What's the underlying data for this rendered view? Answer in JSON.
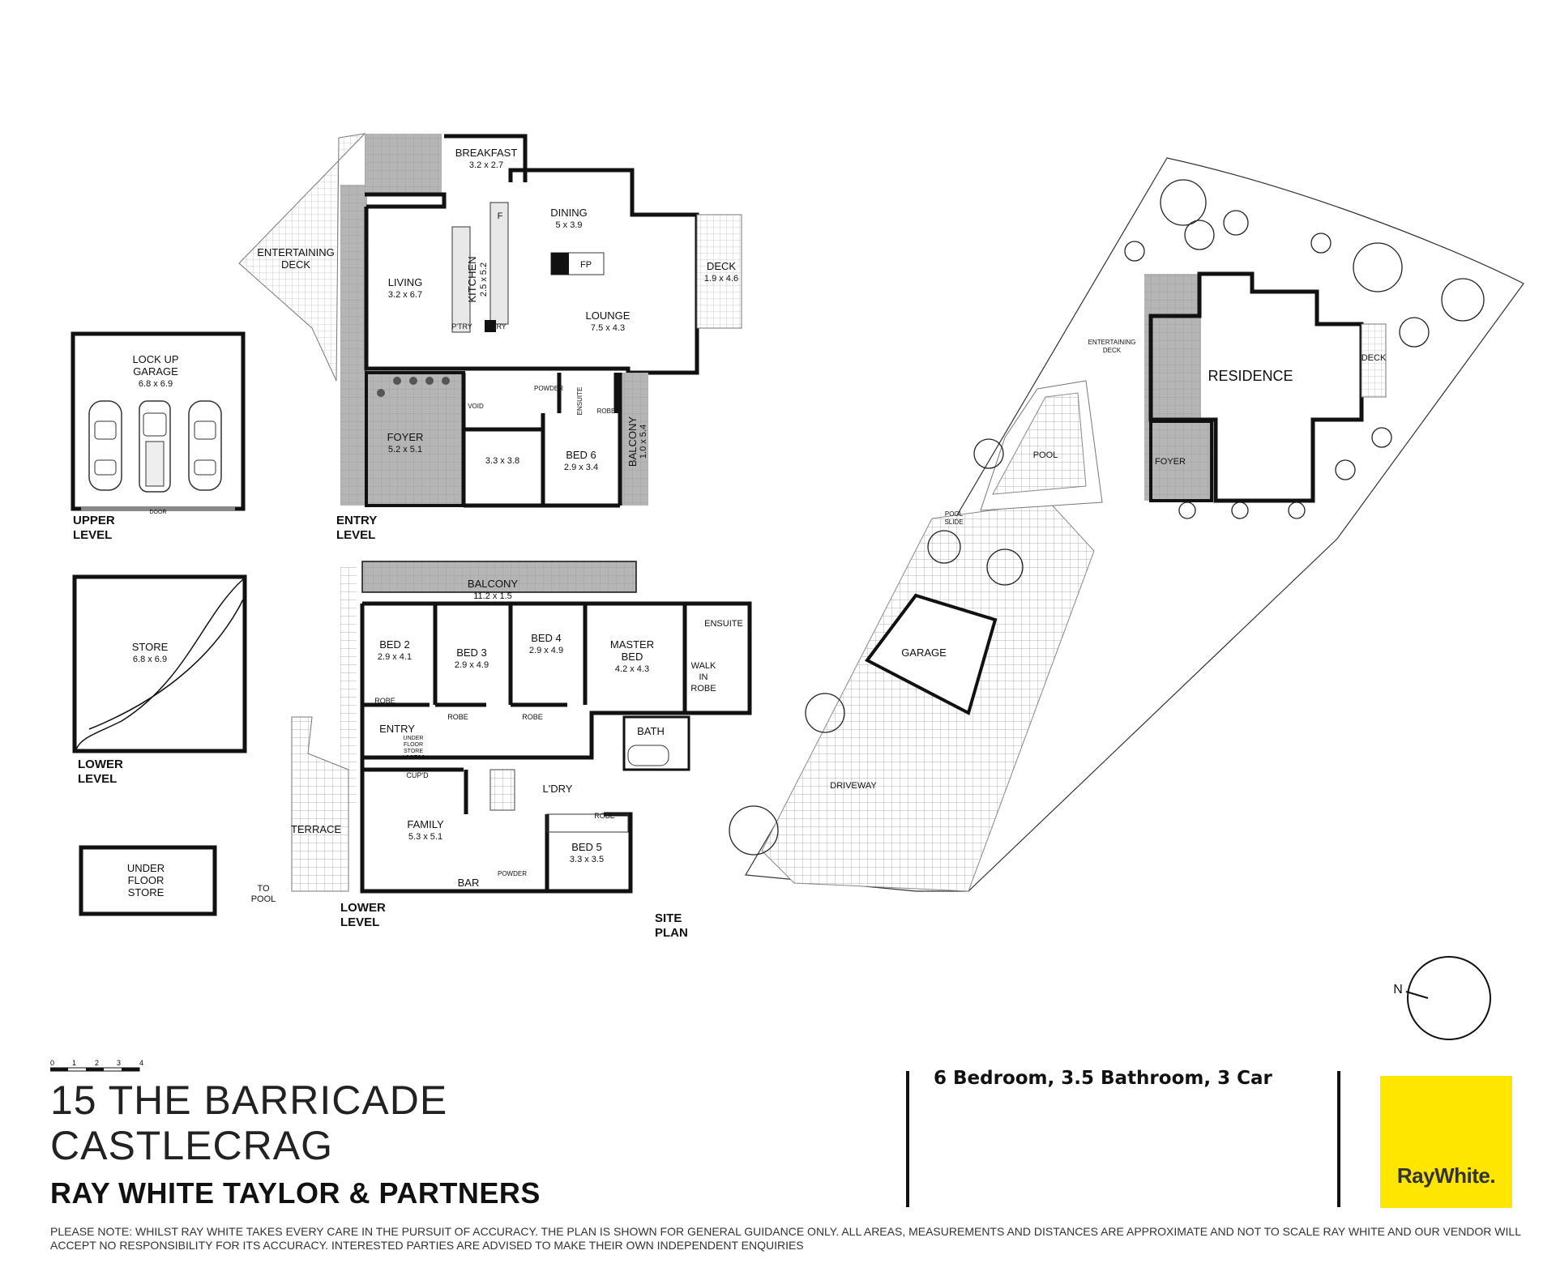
{
  "upper_level": {
    "label_line1": "UPPER",
    "label_line2": "LEVEL",
    "garage_name_line1": "LOCK UP",
    "garage_name_line2": "GARAGE",
    "garage_size": "6.8 x 6.9",
    "door_label": "DOOR"
  },
  "lower_level_store": {
    "label_line1": "LOWER",
    "label_line2": "LEVEL",
    "store_name": "STORE",
    "store_size": "6.8 x 6.9",
    "underfloor_line1": "UNDER",
    "underfloor_line2": "FLOOR",
    "underfloor_line3": "STORE"
  },
  "entry_level": {
    "label_line1": "ENTRY",
    "label_line2": "LEVEL",
    "rooms": {
      "breakfast": {
        "name": "BREAKFAST",
        "size": "3.2 x 2.7"
      },
      "dining": {
        "name": "DINING",
        "size": "5 x 3.9"
      },
      "entertaining_deck_line1": "ENTERTAINING",
      "entertaining_deck_line2": "DECK",
      "living": {
        "name": "LIVING",
        "size": "3.2 x 6.7"
      },
      "kitchen": {
        "name": "KITCHEN",
        "size": "2.5 x 5.2"
      },
      "fireplace": "FP",
      "deck": {
        "name": "DECK",
        "size": "1.9 x 4.6"
      },
      "lounge": {
        "name": "LOUNGE",
        "size": "7.5 x 4.3"
      },
      "pantry1": "P'TRY",
      "pantry2": "P'TRY",
      "fridge": "F",
      "foyer": {
        "name": "FOYER",
        "size": "5.2 x 5.1"
      },
      "void": "VOID",
      "powder": "POWDER",
      "ensuite": "ENSUITE",
      "robe": "ROBE",
      "room": {
        "size": "3.3 x 3.8"
      },
      "bed6": {
        "name": "BED 6",
        "size": "2.9 x 3.4"
      },
      "balcony": {
        "name": "BALCONY",
        "size": "1.0 x 5.4"
      }
    }
  },
  "lower_level": {
    "label_line1": "LOWER",
    "label_line2": "LEVEL",
    "rooms": {
      "balcony": {
        "name": "BALCONY",
        "size": "11.2 x 1.5"
      },
      "bed2": {
        "name": "BED 2",
        "size": "2.9 x 4.1"
      },
      "bed3": {
        "name": "BED 3",
        "size": "2.9 x 4.9"
      },
      "bed4": {
        "name": "BED 4",
        "size": "2.9 x 4.9"
      },
      "master_line1": "MASTER",
      "master_line2": "BED",
      "master_size": "4.2 x 4.3",
      "ensuite": "ENSUITE",
      "walkin_line1": "WALK",
      "walkin_line2": "IN",
      "walkin_line3": "ROBE",
      "robe": "ROBE",
      "entry": "ENTRY",
      "underfloor_access_line1": "UNDER",
      "underfloor_access_line2": "FLOOR",
      "underfloor_access_line3": "STORE",
      "underfloor_access_line4": "ACCESS",
      "bath": "BATH",
      "cupd": "CUP'D",
      "ldry": "L'DRY",
      "terrace": "TERRACE",
      "family": {
        "name": "FAMILY",
        "size": "5.3 x 5.1"
      },
      "bed5": {
        "name": "BED 5",
        "size": "3.3 x 3.5"
      },
      "bar": "BAR",
      "powder": "POWDER",
      "to_pool_line1": "TO",
      "to_pool_line2": "POOL"
    }
  },
  "site_plan": {
    "label_line1": "SITE",
    "label_line2": "PLAN",
    "residence": "RESIDENCE",
    "entertaining_deck_line1": "ENTERTAINING",
    "entertaining_deck_line2": "DECK",
    "deck": "DECK",
    "pool": "POOL",
    "pool_slide_line1": "POOL",
    "pool_slide_line2": "SLIDE",
    "foyer": "FOYER",
    "garage": "GARAGE",
    "driveway": "DRIVEWAY",
    "north": "N"
  },
  "scale_bar": {
    "ticks": [
      "0",
      "1",
      "2",
      "3",
      "4"
    ]
  },
  "footer": {
    "address_line1": "15 THE BARRICADE",
    "address_line2": "CASTLECRAG",
    "agency": "RAY WHITE TAYLOR & PARTNERS",
    "summary": "6 Bedroom, 3.5 Bathroom, 3 Car",
    "logo_text": "RayWhite.",
    "logo_color": "#FFE600",
    "disclaimer": "PLEASE NOTE: WHILST RAY WHITE TAKES EVERY CARE IN THE PURSUIT OF ACCURACY. THE PLAN IS SHOWN FOR GENERAL GUIDANCE ONLY. ALL AREAS, MEASUREMENTS AND DISTANCES ARE APPROXIMATE AND NOT TO SCALE RAY WHITE AND OUR VENDOR WILL ACCEPT NO RESPONSIBILITY FOR ITS ACCURACY. INTERESTED PARTIES ARE ADVISED TO MAKE THEIR OWN INDEPENDENT ENQUIRIES"
  }
}
